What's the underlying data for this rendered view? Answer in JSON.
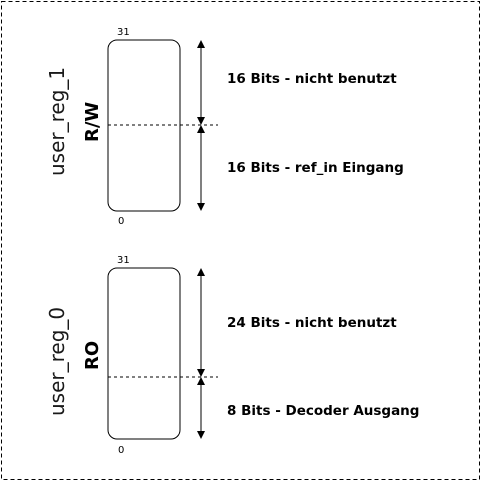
{
  "registers": [
    {
      "name": "user_reg_1",
      "mode": "R/W",
      "top_bit": "31",
      "bottom_bit": "0",
      "segments": [
        {
          "label": "16 Bits - nicht benutzt"
        },
        {
          "label": "16 Bits - ref_in Eingang"
        }
      ]
    },
    {
      "name": "user_reg_0",
      "mode": "RO",
      "top_bit": "31",
      "bottom_bit": "0",
      "segments": [
        {
          "label": "24 Bits - nicht benutzt"
        },
        {
          "label": "8 Bits - Decoder Ausgang"
        }
      ]
    }
  ],
  "colors": {
    "border": "#000000",
    "text": "#000000",
    "background": "#ffffff"
  }
}
